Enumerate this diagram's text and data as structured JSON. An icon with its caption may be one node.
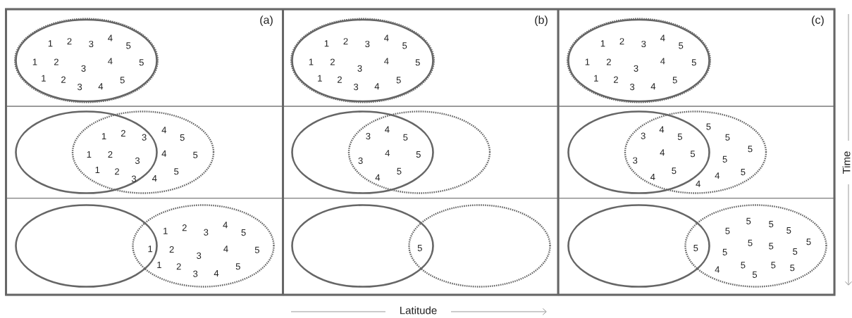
{
  "diagram": {
    "nodes": [
      {
        "text": [
          "(a)"
        ]
      },
      {
        "text": [],
        "shape": "ellipse",
        "in": 0
      },
      {
        "text": [],
        "shape": "ellipse",
        "in": 0
      },
      {
        "text": [
          "(b)"
        ]
      },
      {
        "text": [],
        "shape": "ellipse",
        "in": 3
      },
      {
        "text": [],
        "shape": "ellipse",
        "in": 3
      },
      {
        "text": [
          "(c)"
        ]
      },
      {
        "text": [],
        "shape": "ellipse",
        "in": 6
      },
      {
        "text": [],
        "shape": "ellipse",
        "in": 6
      },
      {
        "text": [],
        "shape": "box"
      },
      {
        "text": [],
        "shape": "ellipse",
        "in": 9
      },
      {
        "text": [],
        "shape": "ellipse",
        "in": 9
      },
      {
        "text": [],
        "shape": "box"
      },
      {
        "text": [],
        "shape": "ellipse",
        "in": 12
      },
      {
        "text": [],
        "shape": "ellipse",
        "in": 12
      },
      {
        "text": [],
        "shape": "box"
      },
      {
        "text": [],
        "shape": "ellipse",
        "in": 15
      },
      {
        "text": [],
        "shape": "ellipse",
        "in": 15
      },
      {
        "text": [],
        "shape": "box"
      },
      {
        "text": [],
        "shape": "ellipse",
        "in": 18
      },
      {
        "text": [],
        "shape": "ellipse",
        "in": 18
      },
      {
        "text": [],
        "shape": "box"
      },
      {
        "text": [],
        "shape": "ellipse",
        "in": 21
      },
      {
        "text": [],
        "shape": "ellipse",
        "in": 21
      },
      {
        "text": [],
        "shape": "box"
      },
      {
        "text": [],
        "shape": "ellipse",
        "in": 24
      },
      {
        "text": [],
        "shape": "ellipse",
        "in": 24
      }
    ],
    "labels": [
      "1",
      "2",
      "3",
      "4",
      "5",
      "1",
      "2",
      "3",
      "4",
      "5",
      "1",
      "2",
      "3",
      "4",
      "5",
      "1",
      "2",
      "3",
      "4",
      "5",
      "1",
      "2",
      "3",
      "4",
      "5",
      "1",
      "2",
      "3",
      "4",
      "5",
      "1",
      "2",
      "3",
      "4",
      "5",
      "1",
      "2",
      "3",
      "4",
      "5",
      "1",
      "2",
      "3",
      "4",
      "5",
      "1",
      "2",
      "3",
      "4",
      "5",
      "1",
      "2",
      "3",
      "4",
      "5",
      "1",
      "2",
      "3",
      "4",
      "5",
      "3",
      "4",
      "5",
      "3",
      "4",
      "5",
      "4",
      "5",
      "3",
      "4",
      "5",
      "5",
      "5",
      "3",
      "4",
      "5",
      "5",
      "5",
      "4",
      "5",
      "4",
      "4",
      "5",
      "1",
      "2",
      "3",
      "4",
      "5",
      "1",
      "2",
      "3",
      "4",
      "5",
      "1",
      "2",
      "3",
      "4",
      "5",
      "5",
      "5",
      "5",
      "5",
      "5",
      "5",
      "5",
      "5",
      "5",
      "5",
      "5",
      "4",
      "5",
      "5",
      "5",
      "5",
      "Time",
      "Latitude"
    ]
  }
}
